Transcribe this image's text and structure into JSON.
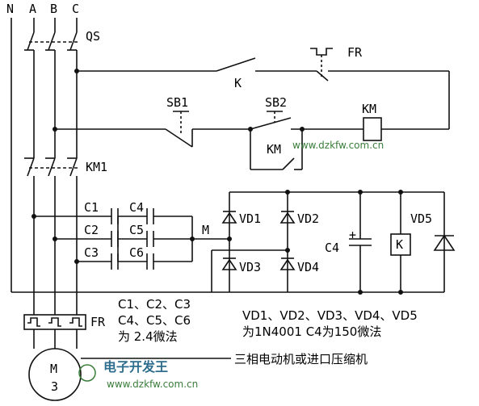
{
  "labels": {
    "N": "N",
    "A": "A",
    "B": "B",
    "C": "C",
    "QS": "QS",
    "FR_top": "FR",
    "K_contact": "K",
    "SB1": "SB1",
    "SB2": "SB2",
    "KM_coil": "KM",
    "KM_hold": "KM",
    "KM1": "KM1",
    "M_node": "M",
    "C1": "C1",
    "C2": "C2",
    "C3": "C3",
    "C4": "C4",
    "C5": "C5",
    "C6": "C6",
    "VD1": "VD1",
    "VD2": "VD2",
    "VD3": "VD3",
    "VD4": "VD4",
    "VD5": "VD5",
    "C4_bridge": "C4",
    "K_relay": "K",
    "FR_bottom": "FR",
    "motor_M": "M",
    "motor_3": "3"
  },
  "notes": {
    "caps_line1": "C1、C2、C3",
    "caps_line2": "C4、C5、C6",
    "caps_line3": "为 2.4微法",
    "diodes_line1": "VD1、VD2、VD3、VD4、VD5",
    "diodes_line2": "为1N4001  C4为150微法",
    "motor_desc": "三相电动机或进口压缩机"
  },
  "watermark": {
    "url1": "www.dzkfw.com.cn",
    "brand": "电子开发王",
    "url2": "www.dzkfw.com.cn"
  }
}
